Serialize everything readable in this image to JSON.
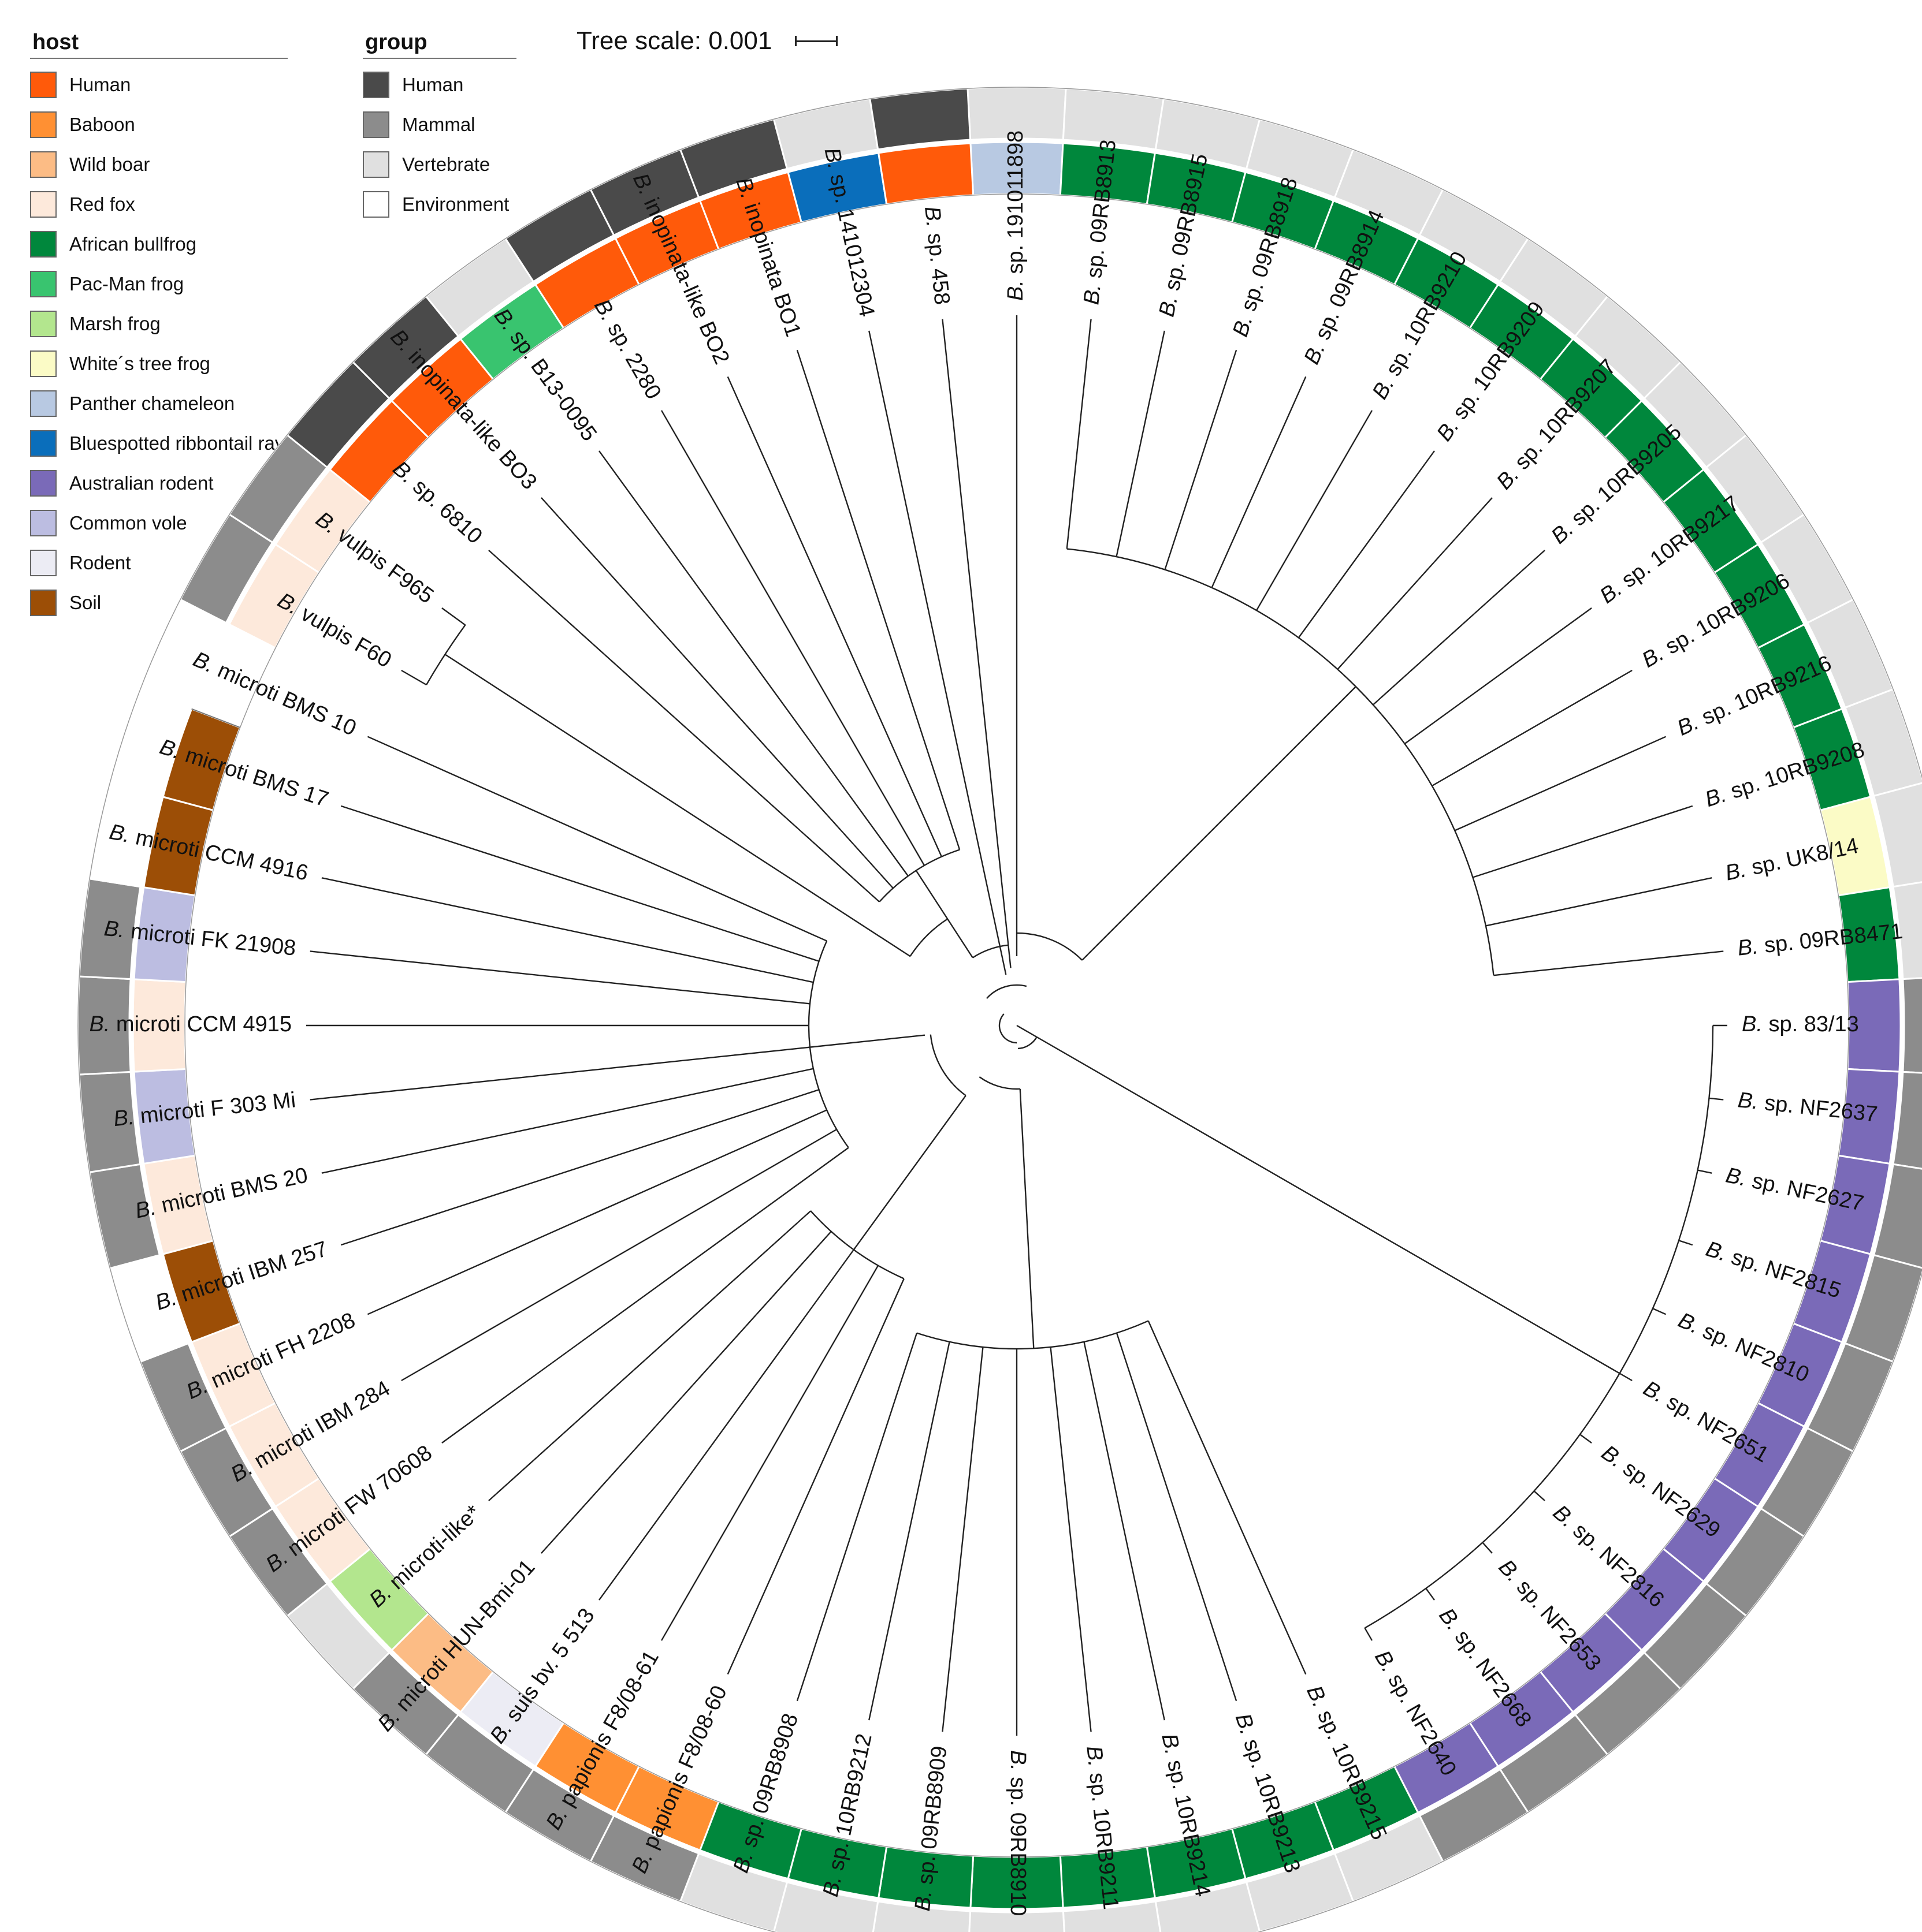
{
  "legend_host": {
    "title": "host",
    "items": [
      {
        "label": "Human",
        "color": "#ff5a0a"
      },
      {
        "label": "Baboon",
        "color": "#ff9033"
      },
      {
        "label": "Wild boar",
        "color": "#fcbc85"
      },
      {
        "label": "Red fox",
        "color": "#fde9db"
      },
      {
        "label": "African bullfrog",
        "color": "#00873c"
      },
      {
        "label": "Pac-Man frog",
        "color": "#39c46f"
      },
      {
        "label": "Marsh frog",
        "color": "#b3e68e"
      },
      {
        "label": "White´s tree frog",
        "color": "#fbfbc6"
      },
      {
        "label": "Panther chameleon",
        "color": "#b8c9e2"
      },
      {
        "label": "Bluespotted ribbontail ray",
        "color": "#0a6ebb"
      },
      {
        "label": "Australian rodent",
        "color": "#7a6ab8"
      },
      {
        "label": "Common vole",
        "color": "#bcbde1"
      },
      {
        "label": "Rodent",
        "color": "#ececf4"
      },
      {
        "label": "Soil",
        "color": "#9c4e06"
      }
    ]
  },
  "legend_group": {
    "title": "group",
    "items": [
      {
        "label": "Human",
        "color": "#4a4a4a"
      },
      {
        "label": "Mammal",
        "color": "#8c8c8c"
      },
      {
        "label": "Vertebrate",
        "color": "#e0e0e0"
      },
      {
        "label": "Environment",
        "color": "#ffffff"
      }
    ]
  },
  "tree_scale": {
    "label": "Tree scale: 0.001"
  },
  "leaves": [
    {
      "name": "B. sp. 191011898",
      "host": "Panther chameleon",
      "group": "Vertebrate"
    },
    {
      "name": "B. sp. 09RB8913",
      "host": "African bullfrog",
      "group": "Vertebrate"
    },
    {
      "name": "B. sp. 09RB8915",
      "host": "African bullfrog",
      "group": "Vertebrate"
    },
    {
      "name": "B. sp. 09RB8918",
      "host": "African bullfrog",
      "group": "Vertebrate"
    },
    {
      "name": "B. sp. 09RB8914",
      "host": "African bullfrog",
      "group": "Vertebrate"
    },
    {
      "name": "B. sp. 10RB9210",
      "host": "African bullfrog",
      "group": "Vertebrate"
    },
    {
      "name": "B. sp. 10RB9209",
      "host": "African bullfrog",
      "group": "Vertebrate"
    },
    {
      "name": "B. sp. 10RB9207",
      "host": "African bullfrog",
      "group": "Vertebrate"
    },
    {
      "name": "B. sp. 10RB9205",
      "host": "African bullfrog",
      "group": "Vertebrate"
    },
    {
      "name": "B. sp. 10RB9217",
      "host": "African bullfrog",
      "group": "Vertebrate"
    },
    {
      "name": "B. sp. 10RB9206",
      "host": "African bullfrog",
      "group": "Vertebrate"
    },
    {
      "name": "B. sp. 10RB9216",
      "host": "African bullfrog",
      "group": "Vertebrate"
    },
    {
      "name": "B. sp. 10RB9208",
      "host": "African bullfrog",
      "group": "Vertebrate"
    },
    {
      "name": "B. sp. UK8/14",
      "host": "White´s tree frog",
      "group": "Vertebrate"
    },
    {
      "name": "B. sp. 09RB8471",
      "host": "African bullfrog",
      "group": "Vertebrate"
    },
    {
      "name": "B. sp. 83/13",
      "host": "Australian rodent",
      "group": "Mammal"
    },
    {
      "name": "B. sp. NF2637",
      "host": "Australian rodent",
      "group": "Mammal"
    },
    {
      "name": "B. sp. NF2627",
      "host": "Australian rodent",
      "group": "Mammal"
    },
    {
      "name": "B. sp. NF2815",
      "host": "Australian rodent",
      "group": "Mammal"
    },
    {
      "name": "B. sp. NF2810",
      "host": "Australian rodent",
      "group": "Mammal"
    },
    {
      "name": "B. sp. NF2651",
      "host": "Australian rodent",
      "group": "Mammal"
    },
    {
      "name": "B. sp. NF2629",
      "host": "Australian rodent",
      "group": "Mammal"
    },
    {
      "name": "B. sp. NF2816",
      "host": "Australian rodent",
      "group": "Mammal"
    },
    {
      "name": "B. sp. NF2653",
      "host": "Australian rodent",
      "group": "Mammal"
    },
    {
      "name": "B. sp. NF2668",
      "host": "Australian rodent",
      "group": "Mammal"
    },
    {
      "name": "B. sp. NF2640",
      "host": "Australian rodent",
      "group": "Mammal"
    },
    {
      "name": "B. sp. 10RB9215",
      "host": "African bullfrog",
      "group": "Vertebrate"
    },
    {
      "name": "B. sp. 10RB9213",
      "host": "African bullfrog",
      "group": "Vertebrate"
    },
    {
      "name": "B. sp. 10RB9214",
      "host": "African bullfrog",
      "group": "Vertebrate"
    },
    {
      "name": "B. sp. 10RB9211",
      "host": "African bullfrog",
      "group": "Vertebrate"
    },
    {
      "name": "B. sp. 09RB8910",
      "host": "African bullfrog",
      "group": "Vertebrate"
    },
    {
      "name": "B. sp. 09RB8909",
      "host": "African bullfrog",
      "group": "Vertebrate"
    },
    {
      "name": "B. sp. 10RB9212",
      "host": "African bullfrog",
      "group": "Vertebrate"
    },
    {
      "name": "B. sp. 09RB8908",
      "host": "African bullfrog",
      "group": "Vertebrate"
    },
    {
      "name": "B. papionis F8/08-60",
      "host": "Baboon",
      "group": "Mammal"
    },
    {
      "name": "B. papionis F8/08-61",
      "host": "Baboon",
      "group": "Mammal"
    },
    {
      "name": "B. suis bv. 5 513",
      "host": "Rodent",
      "group": "Mammal"
    },
    {
      "name": "B. microti HUN-Bmi-01",
      "host": "Wild boar",
      "group": "Mammal"
    },
    {
      "name": "B. microti-like*",
      "host": "Marsh frog",
      "group": "Vertebrate"
    },
    {
      "name": "B. microti FW 70608",
      "host": "Red fox",
      "group": "Mammal"
    },
    {
      "name": "B. microti IBM 284",
      "host": "Red fox",
      "group": "Mammal"
    },
    {
      "name": "B. microti FH 2208",
      "host": "Red fox",
      "group": "Mammal"
    },
    {
      "name": "B. microti IBM 257",
      "host": "Soil",
      "group": "Environment"
    },
    {
      "name": "B. microti BMS 20",
      "host": "Red fox",
      "group": "Mammal"
    },
    {
      "name": "B. microti F 303 Mi",
      "host": "Common vole",
      "group": "Mammal"
    },
    {
      "name": "B. microti CCM 4915",
      "host": "Red fox",
      "group": "Mammal"
    },
    {
      "name": "B. microti FK 21908",
      "host": "Common vole",
      "group": "Mammal"
    },
    {
      "name": "B. microti CCM 4916",
      "host": "Soil",
      "group": "Environment"
    },
    {
      "name": "B. microti BMS 17",
      "host": "Soil",
      "group": "Environment"
    },
    {
      "name": "B. microti BMS 10",
      "host": "",
      "group": "Environment"
    },
    {
      "name": "B. vulpis F60",
      "host": "Red fox",
      "group": "Mammal"
    },
    {
      "name": "B. vulpis F965",
      "host": "Red fox",
      "group": "Mammal"
    },
    {
      "name": "B. sp. 6810",
      "host": "Human",
      "group": "Human"
    },
    {
      "name": "B. inopinata-like BO3",
      "host": "Human",
      "group": "Human"
    },
    {
      "name": "B. sp. B13-0095",
      "host": "Pac-Man frog",
      "group": "Vertebrate"
    },
    {
      "name": "B. sp. 2280",
      "host": "Human",
      "group": "Human"
    },
    {
      "name": "B. inopinata-like BO2",
      "host": "Human",
      "group": "Human"
    },
    {
      "name": "B. inopinata BO1",
      "host": "Human",
      "group": "Human"
    },
    {
      "name": "B. sp. 141012304",
      "host": "Bluespotted ribbontail ray",
      "group": "Vertebrate"
    },
    {
      "name": "B. sp. 458",
      "host": "Human",
      "group": "Human"
    }
  ]
}
